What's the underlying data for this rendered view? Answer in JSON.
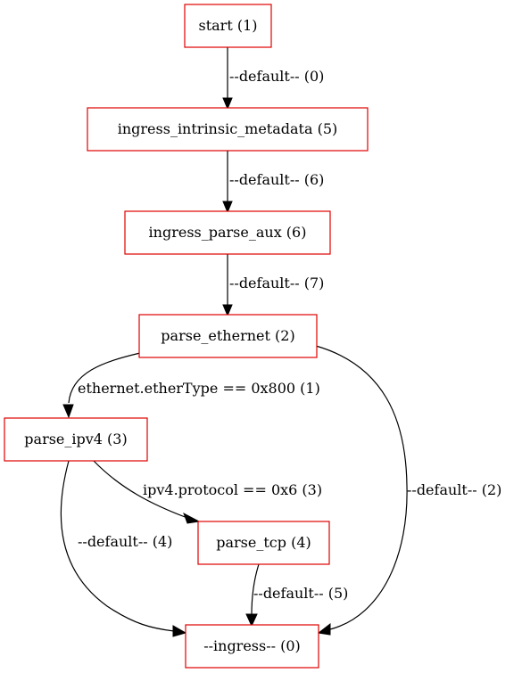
{
  "colors": {
    "node_border": "#e00000",
    "edge": "#000000",
    "text": "#000000",
    "background": "#ffffff"
  },
  "nodes": {
    "start": {
      "label": "start (1)"
    },
    "ingress_intrinsic_metadata": {
      "label": "ingress_intrinsic_metadata (5)"
    },
    "ingress_parse_aux": {
      "label": "ingress_parse_aux (6)"
    },
    "parse_ethernet": {
      "label": "parse_ethernet (2)"
    },
    "parse_ipv4": {
      "label": "parse_ipv4 (3)"
    },
    "parse_tcp": {
      "label": "parse_tcp (4)"
    },
    "ingress": {
      "label": "--ingress-- (0)"
    }
  },
  "edges": [
    {
      "id": "start-to-metadata",
      "from": "start",
      "to": "ingress_intrinsic_metadata",
      "label": "--default-- (0)"
    },
    {
      "id": "metadata-to-aux",
      "from": "ingress_intrinsic_metadata",
      "to": "ingress_parse_aux",
      "label": "--default-- (6)"
    },
    {
      "id": "aux-to-ethernet",
      "from": "ingress_parse_aux",
      "to": "parse_ethernet",
      "label": "--default-- (7)"
    },
    {
      "id": "ethernet-to-ipv4",
      "from": "parse_ethernet",
      "to": "parse_ipv4",
      "label": "ethernet.etherType == 0x800 (1)"
    },
    {
      "id": "ethernet-to-ingress",
      "from": "parse_ethernet",
      "to": "ingress",
      "label": "--default-- (2)"
    },
    {
      "id": "ipv4-to-tcp",
      "from": "parse_ipv4",
      "to": "parse_tcp",
      "label": "ipv4.protocol == 0x6 (3)"
    },
    {
      "id": "ipv4-to-ingress",
      "from": "parse_ipv4",
      "to": "ingress",
      "label": "--default-- (4)"
    },
    {
      "id": "tcp-to-ingress",
      "from": "parse_tcp",
      "to": "ingress",
      "label": "--default-- (5)"
    }
  ]
}
